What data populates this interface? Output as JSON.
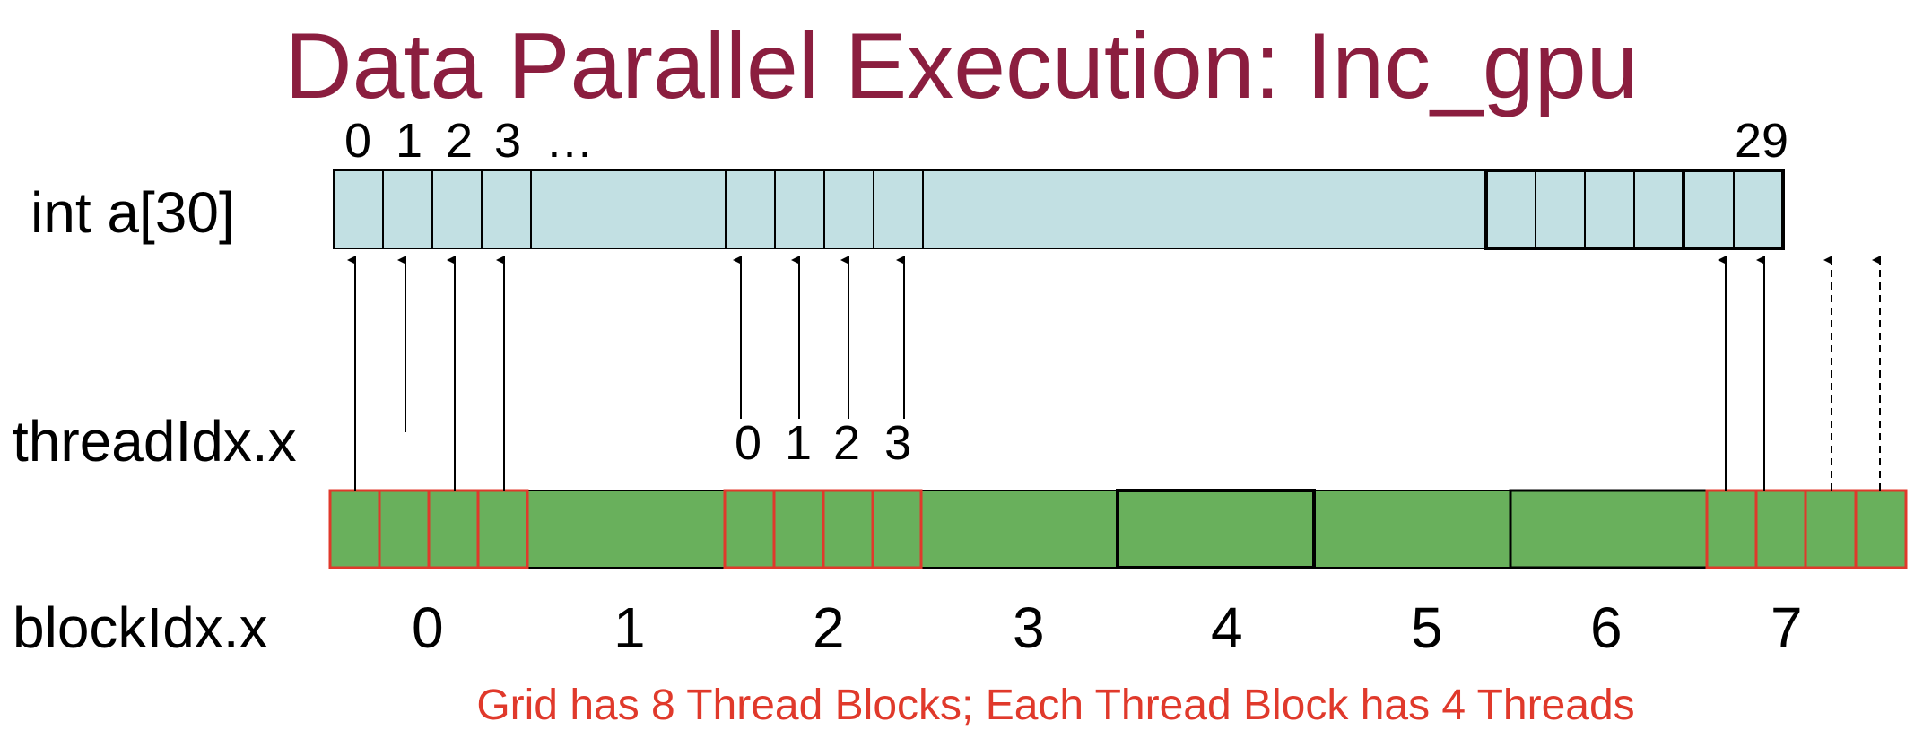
{
  "title": "Data Parallel Execution: Inc_gpu",
  "array": {
    "label": "int a[30]",
    "top_indices": [
      "0",
      "1",
      "2",
      "3",
      "…"
    ],
    "last_index": "29",
    "ellipsis": [
      "…",
      "…"
    ],
    "fill": "#c2e0e3"
  },
  "thread": {
    "label": "threadIdx.x",
    "indices": [
      "0",
      "1",
      "2",
      "3"
    ],
    "fill": "#69b05c",
    "highlight": "#e0392b"
  },
  "block": {
    "label": "blockIdx.x",
    "numbers": [
      "0",
      "1",
      "2",
      "3",
      "4",
      "5",
      "6",
      "7"
    ]
  },
  "caption": "Grid has 8 Thread Blocks; Each Thread Block has 4 Threads"
}
